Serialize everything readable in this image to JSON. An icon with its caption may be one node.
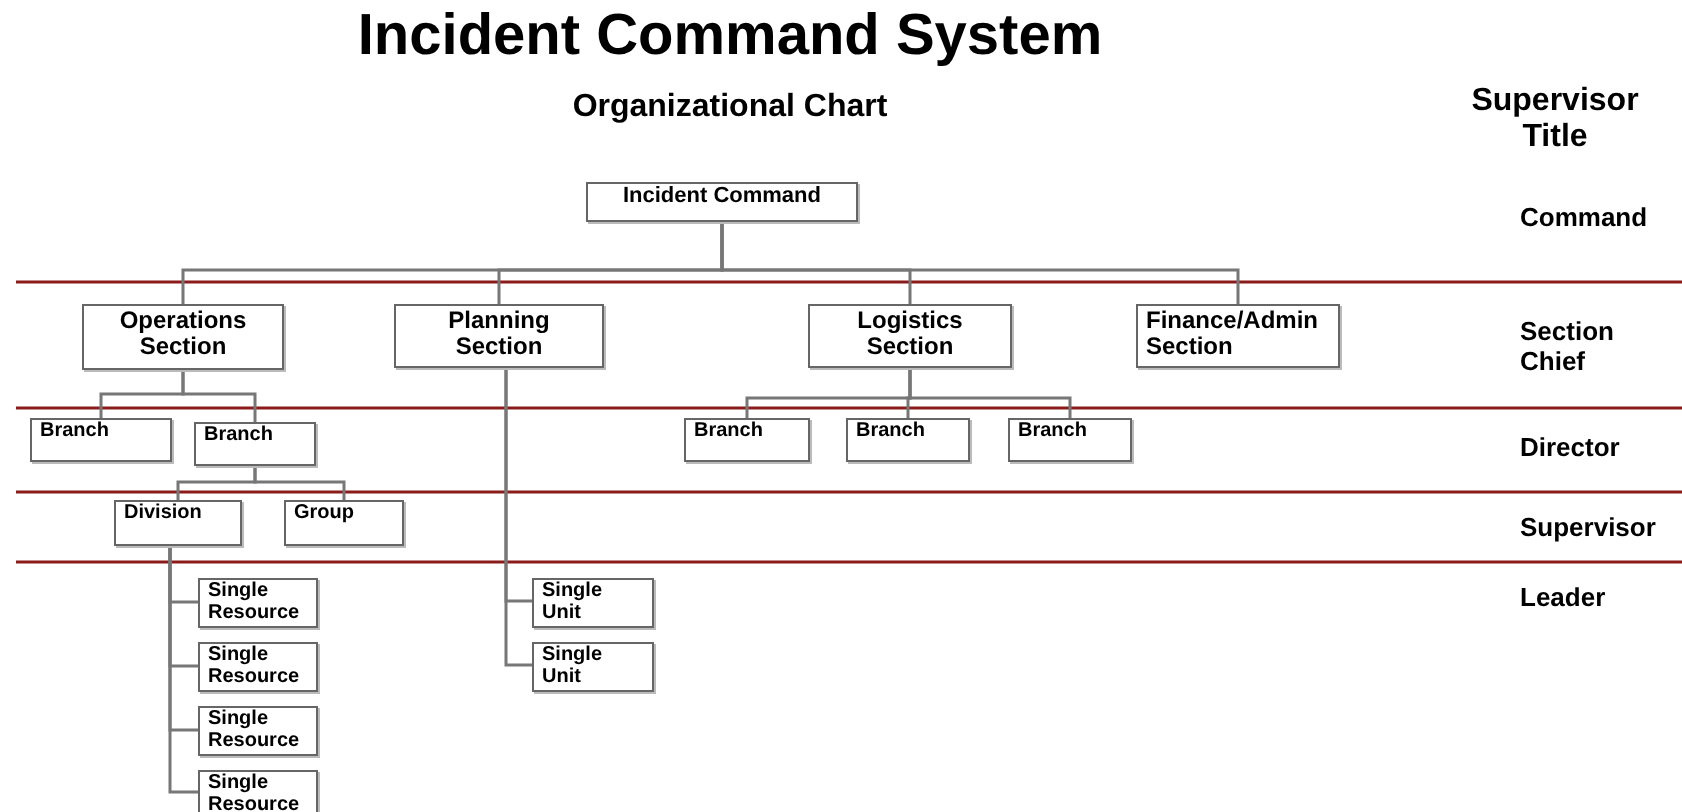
{
  "diagram": {
    "title": "Incident Command System",
    "nodes": [
      {
        "text": [
          "Incident Command"
        ]
      },
      {
        "text": [
          "Operations Section"
        ]
      },
      {
        "text": [
          "Planning Section"
        ]
      },
      {
        "text": [
          "Logistics Section"
        ]
      },
      {
        "text": [
          "Finance/Admin Section"
        ]
      },
      {
        "text": [
          "Branch"
        ]
      },
      {
        "text": [
          "Branch"
        ]
      },
      {
        "text": [
          "Branch"
        ]
      },
      {
        "text": [
          "Branch"
        ]
      },
      {
        "text": [
          "Branch"
        ]
      },
      {
        "text": [
          "Division"
        ]
      },
      {
        "text": [
          "Group"
        ]
      },
      {
        "text": [
          "Single Resource"
        ]
      },
      {
        "text": [
          "Single Resource"
        ]
      },
      {
        "text": [
          "Single Resource"
        ]
      },
      {
        "text": [
          "Single Resource"
        ]
      },
      {
        "text": [
          "Single Unit"
        ]
      },
      {
        "text": [
          "Single Unit"
        ]
      }
    ],
    "edges": [
      {
        "from": 0,
        "to": 1,
        "arrow": "none"
      },
      {
        "from": 0,
        "to": 2,
        "arrow": "none"
      },
      {
        "from": 0,
        "to": 3,
        "arrow": "none"
      },
      {
        "from": 0,
        "to": 4,
        "arrow": "none"
      },
      {
        "from": 1,
        "to": 5,
        "arrow": "none"
      },
      {
        "from": 1,
        "to": 6,
        "arrow": "none"
      },
      {
        "from": 3,
        "to": 7,
        "arrow": "none"
      },
      {
        "from": 3,
        "to": 8,
        "arrow": "none"
      },
      {
        "from": 3,
        "to": 9,
        "arrow": "none"
      },
      {
        "from": 6,
        "to": 10,
        "arrow": "none"
      },
      {
        "from": 6,
        "to": 11,
        "arrow": "none"
      },
      {
        "from": 10,
        "to": 12,
        "arrow": "none"
      },
      {
        "from": 10,
        "to": 13,
        "arrow": "none"
      },
      {
        "from": 10,
        "to": 14,
        "arrow": "none"
      },
      {
        "from": 10,
        "to": 15,
        "arrow": "none"
      },
      {
        "from": 2,
        "to": 16,
        "arrow": "none"
      },
      {
        "from": 2,
        "to": 17,
        "arrow": "none"
      }
    ],
    "labels": [
      "Organizational Chart",
      "Supervisor Title",
      "Command",
      "Section Chief",
      "Director",
      "Supervisor",
      "Leader"
    ]
  }
}
